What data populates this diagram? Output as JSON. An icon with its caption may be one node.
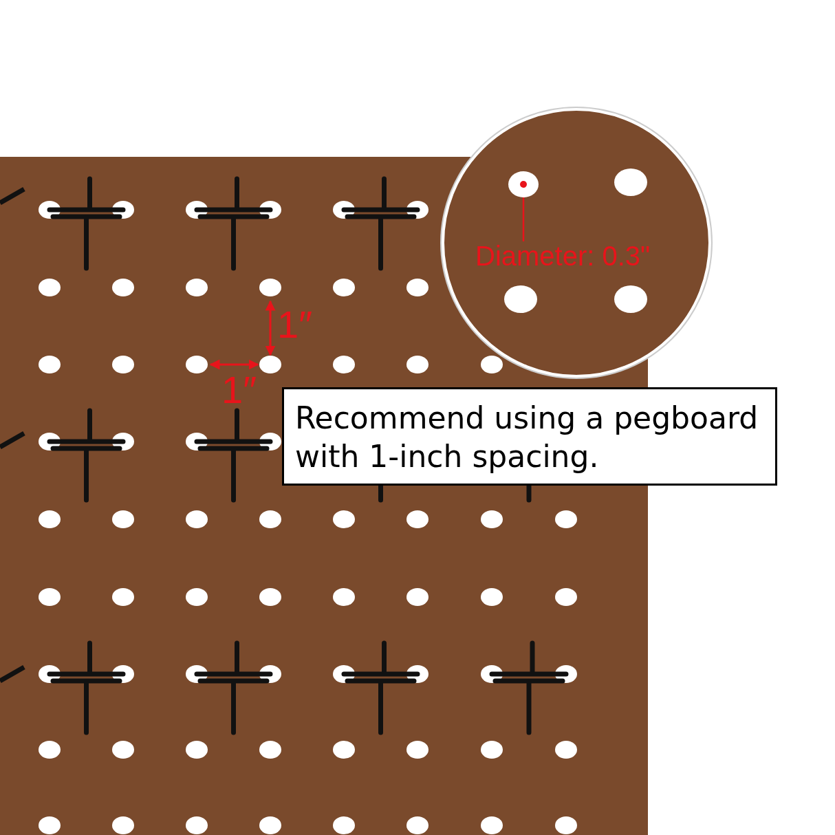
{
  "diagram": {
    "nodes": [
      {
        "text": [],
        "shape": "circle"
      },
      {
        "text": [
          "Diameter: 0.3\""
        ],
        "in": 0
      },
      {
        "text": [],
        "shape": "circle",
        "in": 0
      },
      {
        "text": [
          "Recommend using a pegboard with 1-inch spacing."
        ]
      }
    ],
    "edges": [
      {
        "from": 1,
        "to": 2,
        "arrow": "none",
        "color": "#e8141b"
      }
    ],
    "labels": [
      "1″",
      "1″"
    ]
  }
}
